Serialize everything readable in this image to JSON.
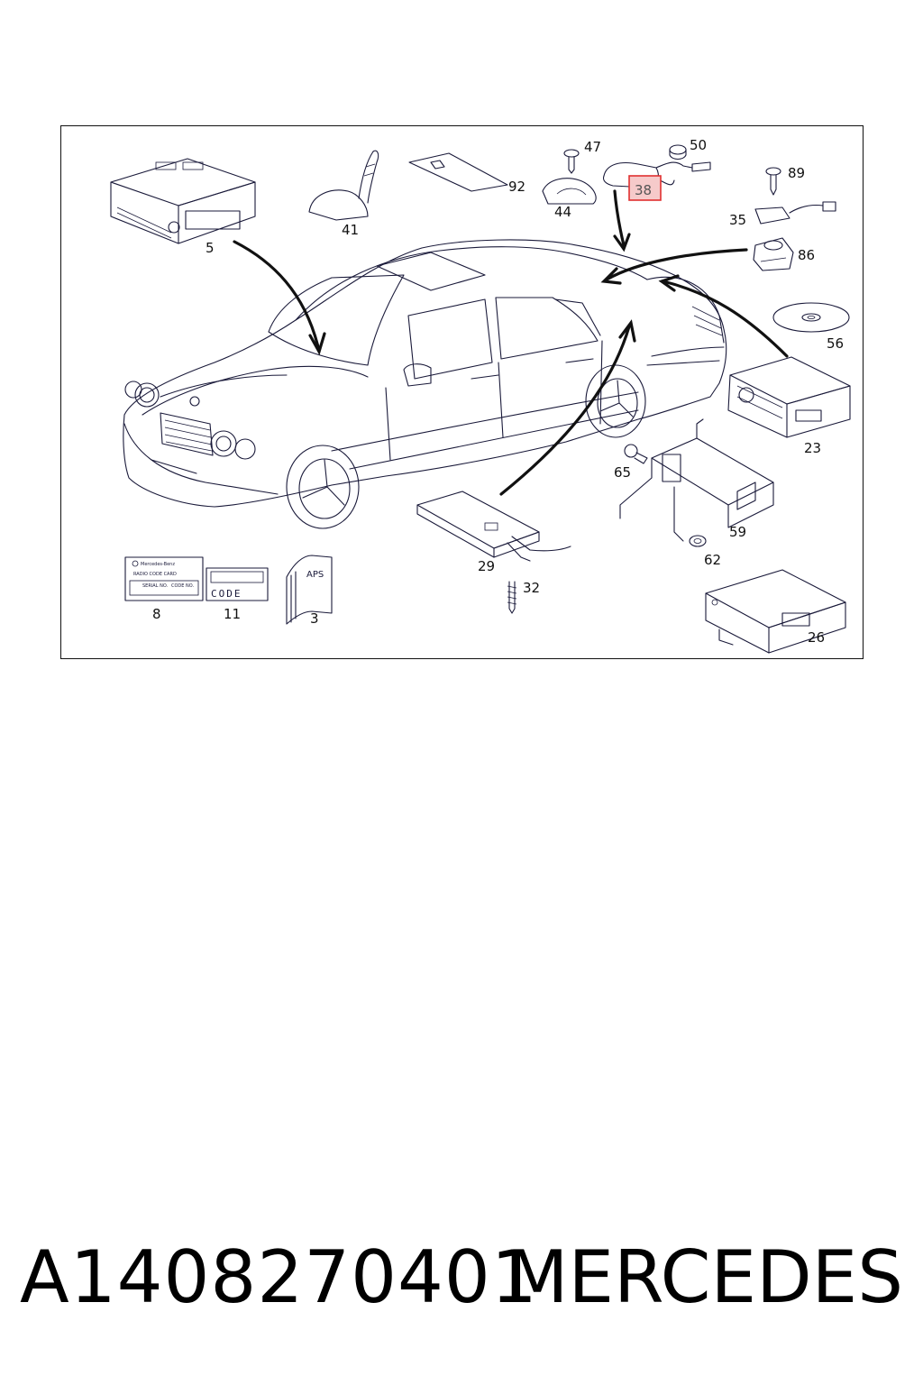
{
  "diagram": {
    "labels": {
      "p5": "5",
      "p41": "41",
      "p92": "92",
      "p47": "47",
      "p44": "44",
      "p50": "50",
      "p38": "38",
      "p89": "89",
      "p35": "35",
      "p86": "86",
      "p56": "56",
      "p23": "23",
      "p65": "65",
      "p59": "59",
      "p62": "62",
      "p29": "29",
      "p32": "32",
      "p8": "8",
      "p11": "11",
      "p3": "3",
      "p26": "26"
    },
    "highlighted_part": "38",
    "highlight_color": "#e03030",
    "highlight_fill": "#f6caca",
    "card_text": {
      "brand": "Mercedes-Benz",
      "title": "RADIO CODE CARD",
      "serial": "SERIAL NO.",
      "code": "CODE NO."
    },
    "code_sticker_text": "CODE",
    "book_text": "APS"
  },
  "caption": {
    "part_number": "A1408270401",
    "brand": "MERCEDES"
  }
}
